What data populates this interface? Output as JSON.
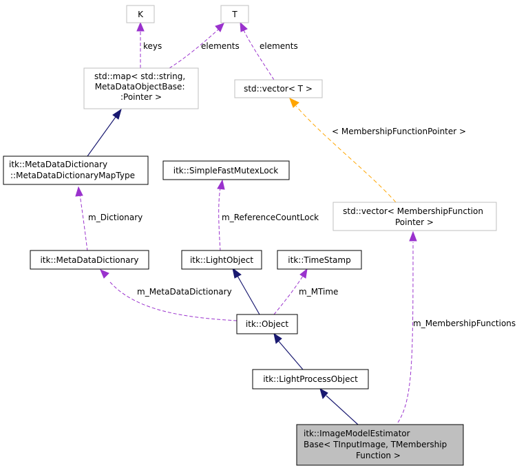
{
  "colors": {
    "inheritance": "#191970",
    "usage": "#9a32cd",
    "template": "#ffa500",
    "box_border_bold": "#000000",
    "box_border_grey": "#bfbfbf",
    "highlight_fill": "#bfbfbf"
  },
  "nodes": {
    "k": {
      "lines": [
        "K"
      ]
    },
    "t": {
      "lines": [
        "T"
      ]
    },
    "std_map": {
      "lines": [
        "std::map< std::string,",
        "MetaDataObjectBase:",
        ":Pointer >"
      ]
    },
    "std_vector_t": {
      "lines": [
        "std::vector< T >"
      ]
    },
    "meta_dict_map_type": {
      "lines": [
        "itk::MetaDataDictionary",
        "::MetaDataDictionaryMapType"
      ]
    },
    "simple_fast_mutex_lock": {
      "lines": [
        "itk::SimpleFastMutexLock"
      ]
    },
    "std_vector_membership": {
      "lines": [
        "std::vector< MembershipFunction",
        "Pointer >"
      ]
    },
    "meta_data_dictionary": {
      "lines": [
        "itk::MetaDataDictionary"
      ]
    },
    "light_object": {
      "lines": [
        "itk::LightObject"
      ]
    },
    "time_stamp": {
      "lines": [
        "itk::TimeStamp"
      ]
    },
    "object": {
      "lines": [
        "itk::Object"
      ]
    },
    "light_process_object": {
      "lines": [
        "itk::LightProcessObject"
      ]
    },
    "image_model_estimator": {
      "lines": [
        "itk::ImageModelEstimator",
        "Base< TInputImage, TMembership",
        "Function >"
      ]
    }
  },
  "edge_labels": {
    "keys": "keys",
    "elements_map": "elements",
    "elements_vector": "elements",
    "membership_function_pointer": "< MembershipFunctionPointer >",
    "m_dictionary": "m_Dictionary",
    "m_reference_count_lock": "m_ReferenceCountLock",
    "m_meta_data_dictionary": "m_MetaDataDictionary",
    "m_mtime": "m_MTime",
    "m_membership_functions": "m_MembershipFunctions"
  }
}
